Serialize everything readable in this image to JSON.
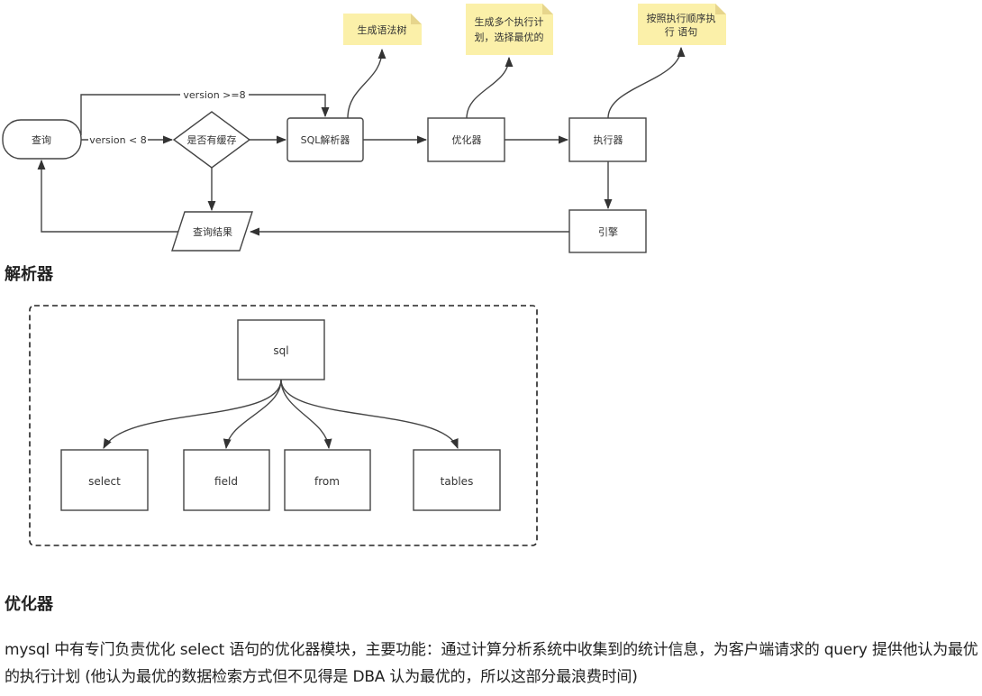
{
  "flow": {
    "start": "查询",
    "edge_ge8": "version >=8",
    "edge_lt8": "version < 8",
    "decision": "是否有缓存",
    "parser": "SQL解析器",
    "optimizer": "优化器",
    "executor": "执行器",
    "engine": "引擎",
    "result": "查询结果",
    "notes": {
      "parser_note": "生成语法树",
      "optimizer_note_line1": "生成多个执行计",
      "optimizer_note_line2": "划，选择最优的",
      "executor_note_line1": "按照执行顺序执",
      "executor_note_line2": "行 语句"
    },
    "colors": {
      "stroke": "#444444",
      "note_fill": "#fbf0a9",
      "note_fold": "#e6d58c"
    }
  },
  "sections": {
    "parser_heading": "解析器",
    "optimizer_heading": "优化器"
  },
  "parser_tree": {
    "root": "sql",
    "children": [
      "select",
      "field",
      "from",
      "tables"
    ]
  },
  "optimizer_paragraph": "mysql 中有专门负责优化 select 语句的优化器模块，主要功能：通过计算分析系统中收集到的统计信息，为客户端请求的 query 提供他认为最优的执行计划 (他认为最优的数据检索方式但不见得是 DBA 认为最优的，所以这部分最浪费时间)"
}
